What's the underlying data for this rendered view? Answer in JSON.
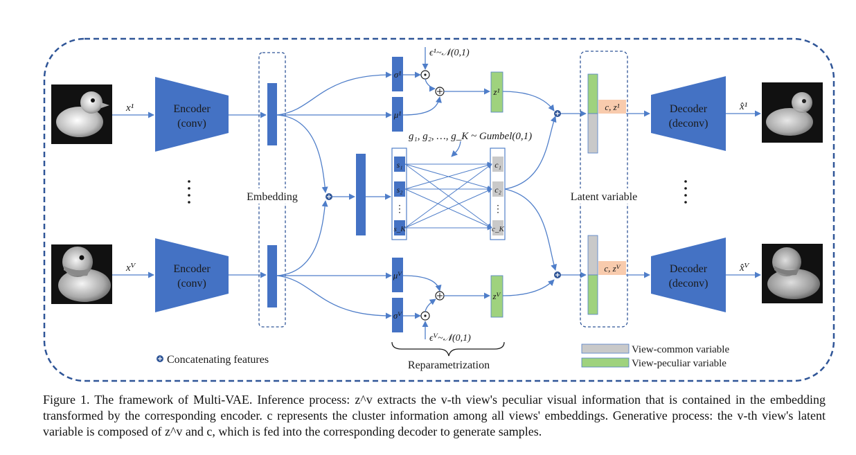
{
  "inputs": [
    {
      "label": "x¹",
      "encoder": "Encoder",
      "encoder_sub": "(conv)"
    },
    {
      "label": "xⱽ",
      "encoder": "Encoder",
      "encoder_sub": "(conv)"
    }
  ],
  "embedding_label": "Embedding",
  "gumbel_label": "g₁, g₂, …, g_K ~ Gumbel(0,1)",
  "eps_top": "ϵ¹~𝒩(0,1)",
  "eps_bottom": "ϵⱽ~𝒩(0,1)",
  "sigma_top": "σ¹",
  "mu_top": "μ¹",
  "mu_bottom": "μⱽ",
  "sigma_bottom": "σⱽ",
  "z_top": "z¹",
  "z_bottom": "zⱽ",
  "s_labels": [
    "s₁",
    "s₂",
    "⋮",
    "s_K"
  ],
  "c_labels": [
    "c₁",
    "c₂",
    "⋮",
    "c_K"
  ],
  "latent_label": "Latent variable",
  "cz_top": "c, z¹",
  "cz_bottom": "c, zⱽ",
  "decoders": [
    {
      "label": "Decoder",
      "sub": "(deconv)",
      "output": "x̂¹"
    },
    {
      "label": "Decoder",
      "sub": "(deconv)",
      "output": "x̂ⱽ"
    }
  ],
  "reparam_label": "Reparametrization",
  "concat_label": "Concatenating features",
  "legend": [
    {
      "label": "View-common variable",
      "color": "#c9c9c9"
    },
    {
      "label": "View-peculiar variable",
      "color": "#9fd27e"
    }
  ],
  "colors": {
    "blue": "#4472c4",
    "line": "#4f7ec9",
    "frame": "#2f5597",
    "peach": "#f8cbad"
  },
  "caption": {
    "prefix": "Figure 1. ",
    "text": "The framework of Multi-VAE. Inference process: z^v extracts the v-th view's peculiar visual information that is contained in the embedding transformed by the corresponding encoder. c represents the cluster information among all views' embeddings. Generative process: the v-th view's latent variable is composed of z^v and c, which is fed into the corresponding decoder to generate samples."
  }
}
